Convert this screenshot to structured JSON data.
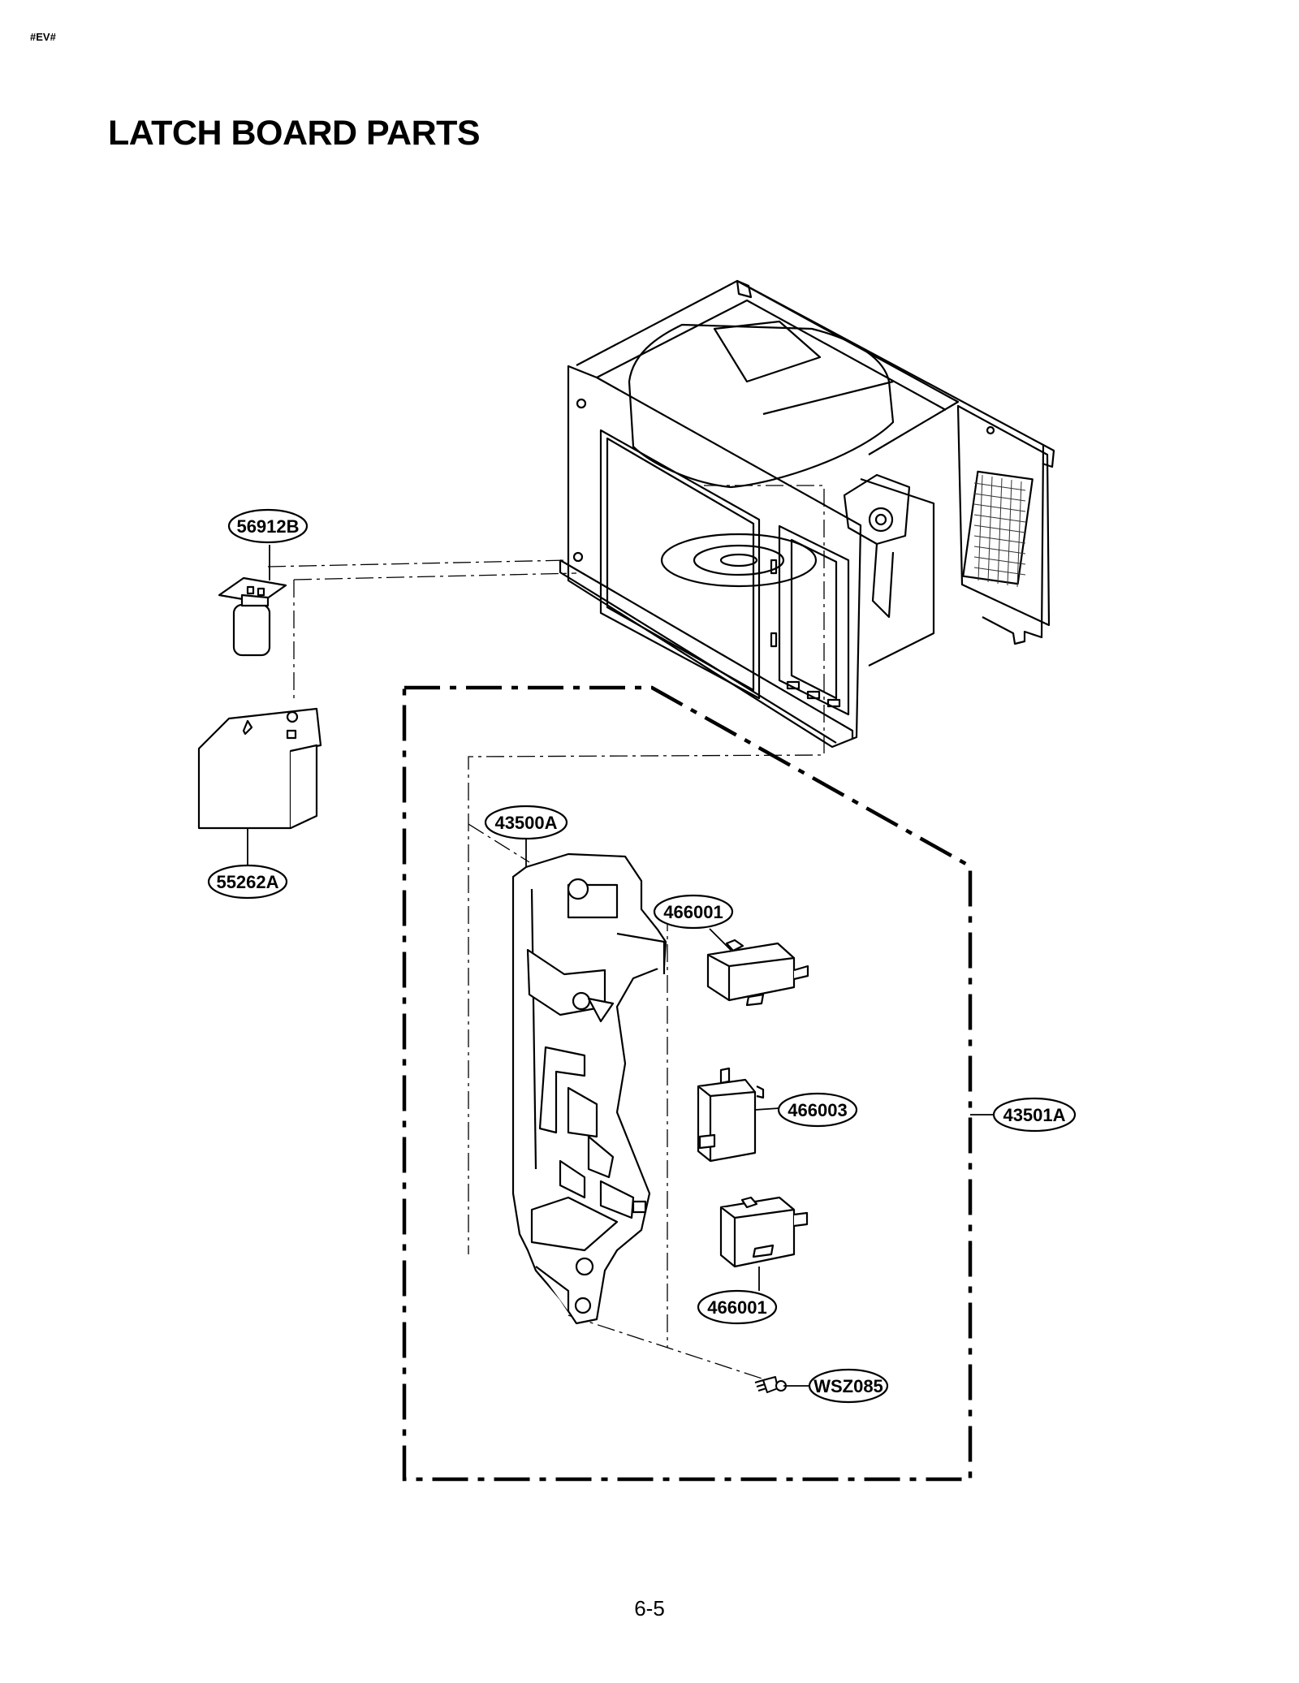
{
  "header": {
    "code": "#EV#",
    "title": "LATCH BOARD PARTS"
  },
  "footer": {
    "page_number": "6-5"
  },
  "callouts": {
    "p56912B": "56912B",
    "p55262A": "55262A",
    "p43500A": "43500A",
    "p466001_top": "466001",
    "p466003": "466003",
    "p466001_bottom": "466001",
    "p43501A": "43501A",
    "pWSZ085": "WSZ085"
  }
}
